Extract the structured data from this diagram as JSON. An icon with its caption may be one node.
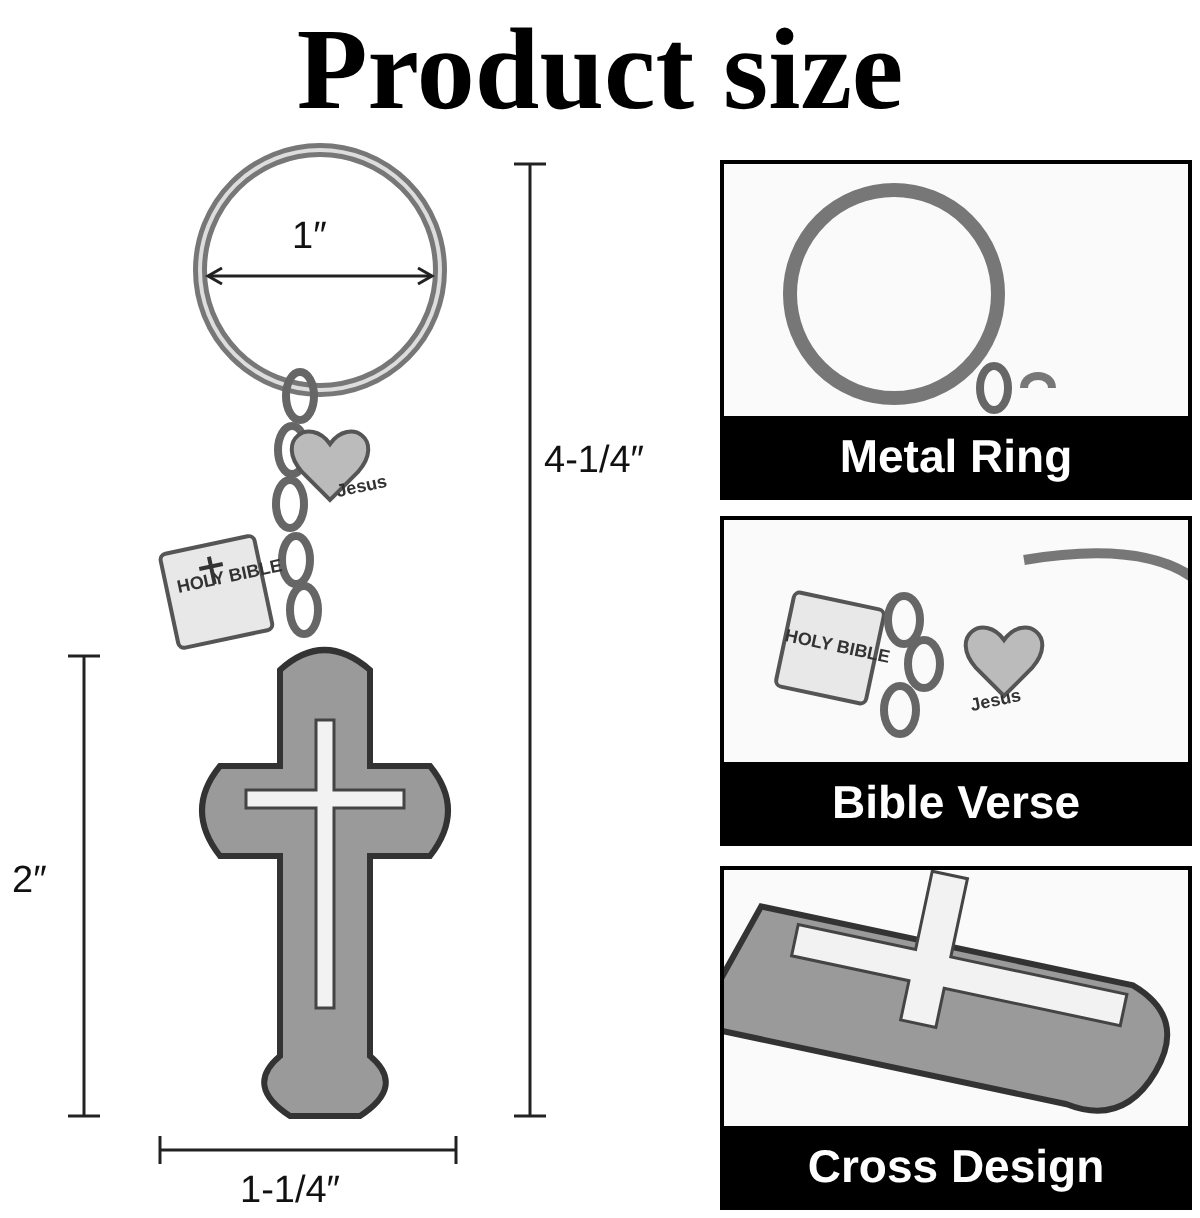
{
  "diagram": {
    "title": "Product size",
    "nodes": [
      {
        "text": [
          "Metal Ring"
        ]
      },
      {
        "text": [
          "Bible Verse"
        ]
      },
      {
        "text": [
          "Cross Design"
        ]
      }
    ],
    "labels": [
      "1″",
      "HOLY BIBLE",
      "Jesus",
      "4-1/4″",
      "2″",
      "1-1/4″",
      "HOLY BIBLE",
      "Jesus"
    ]
  }
}
